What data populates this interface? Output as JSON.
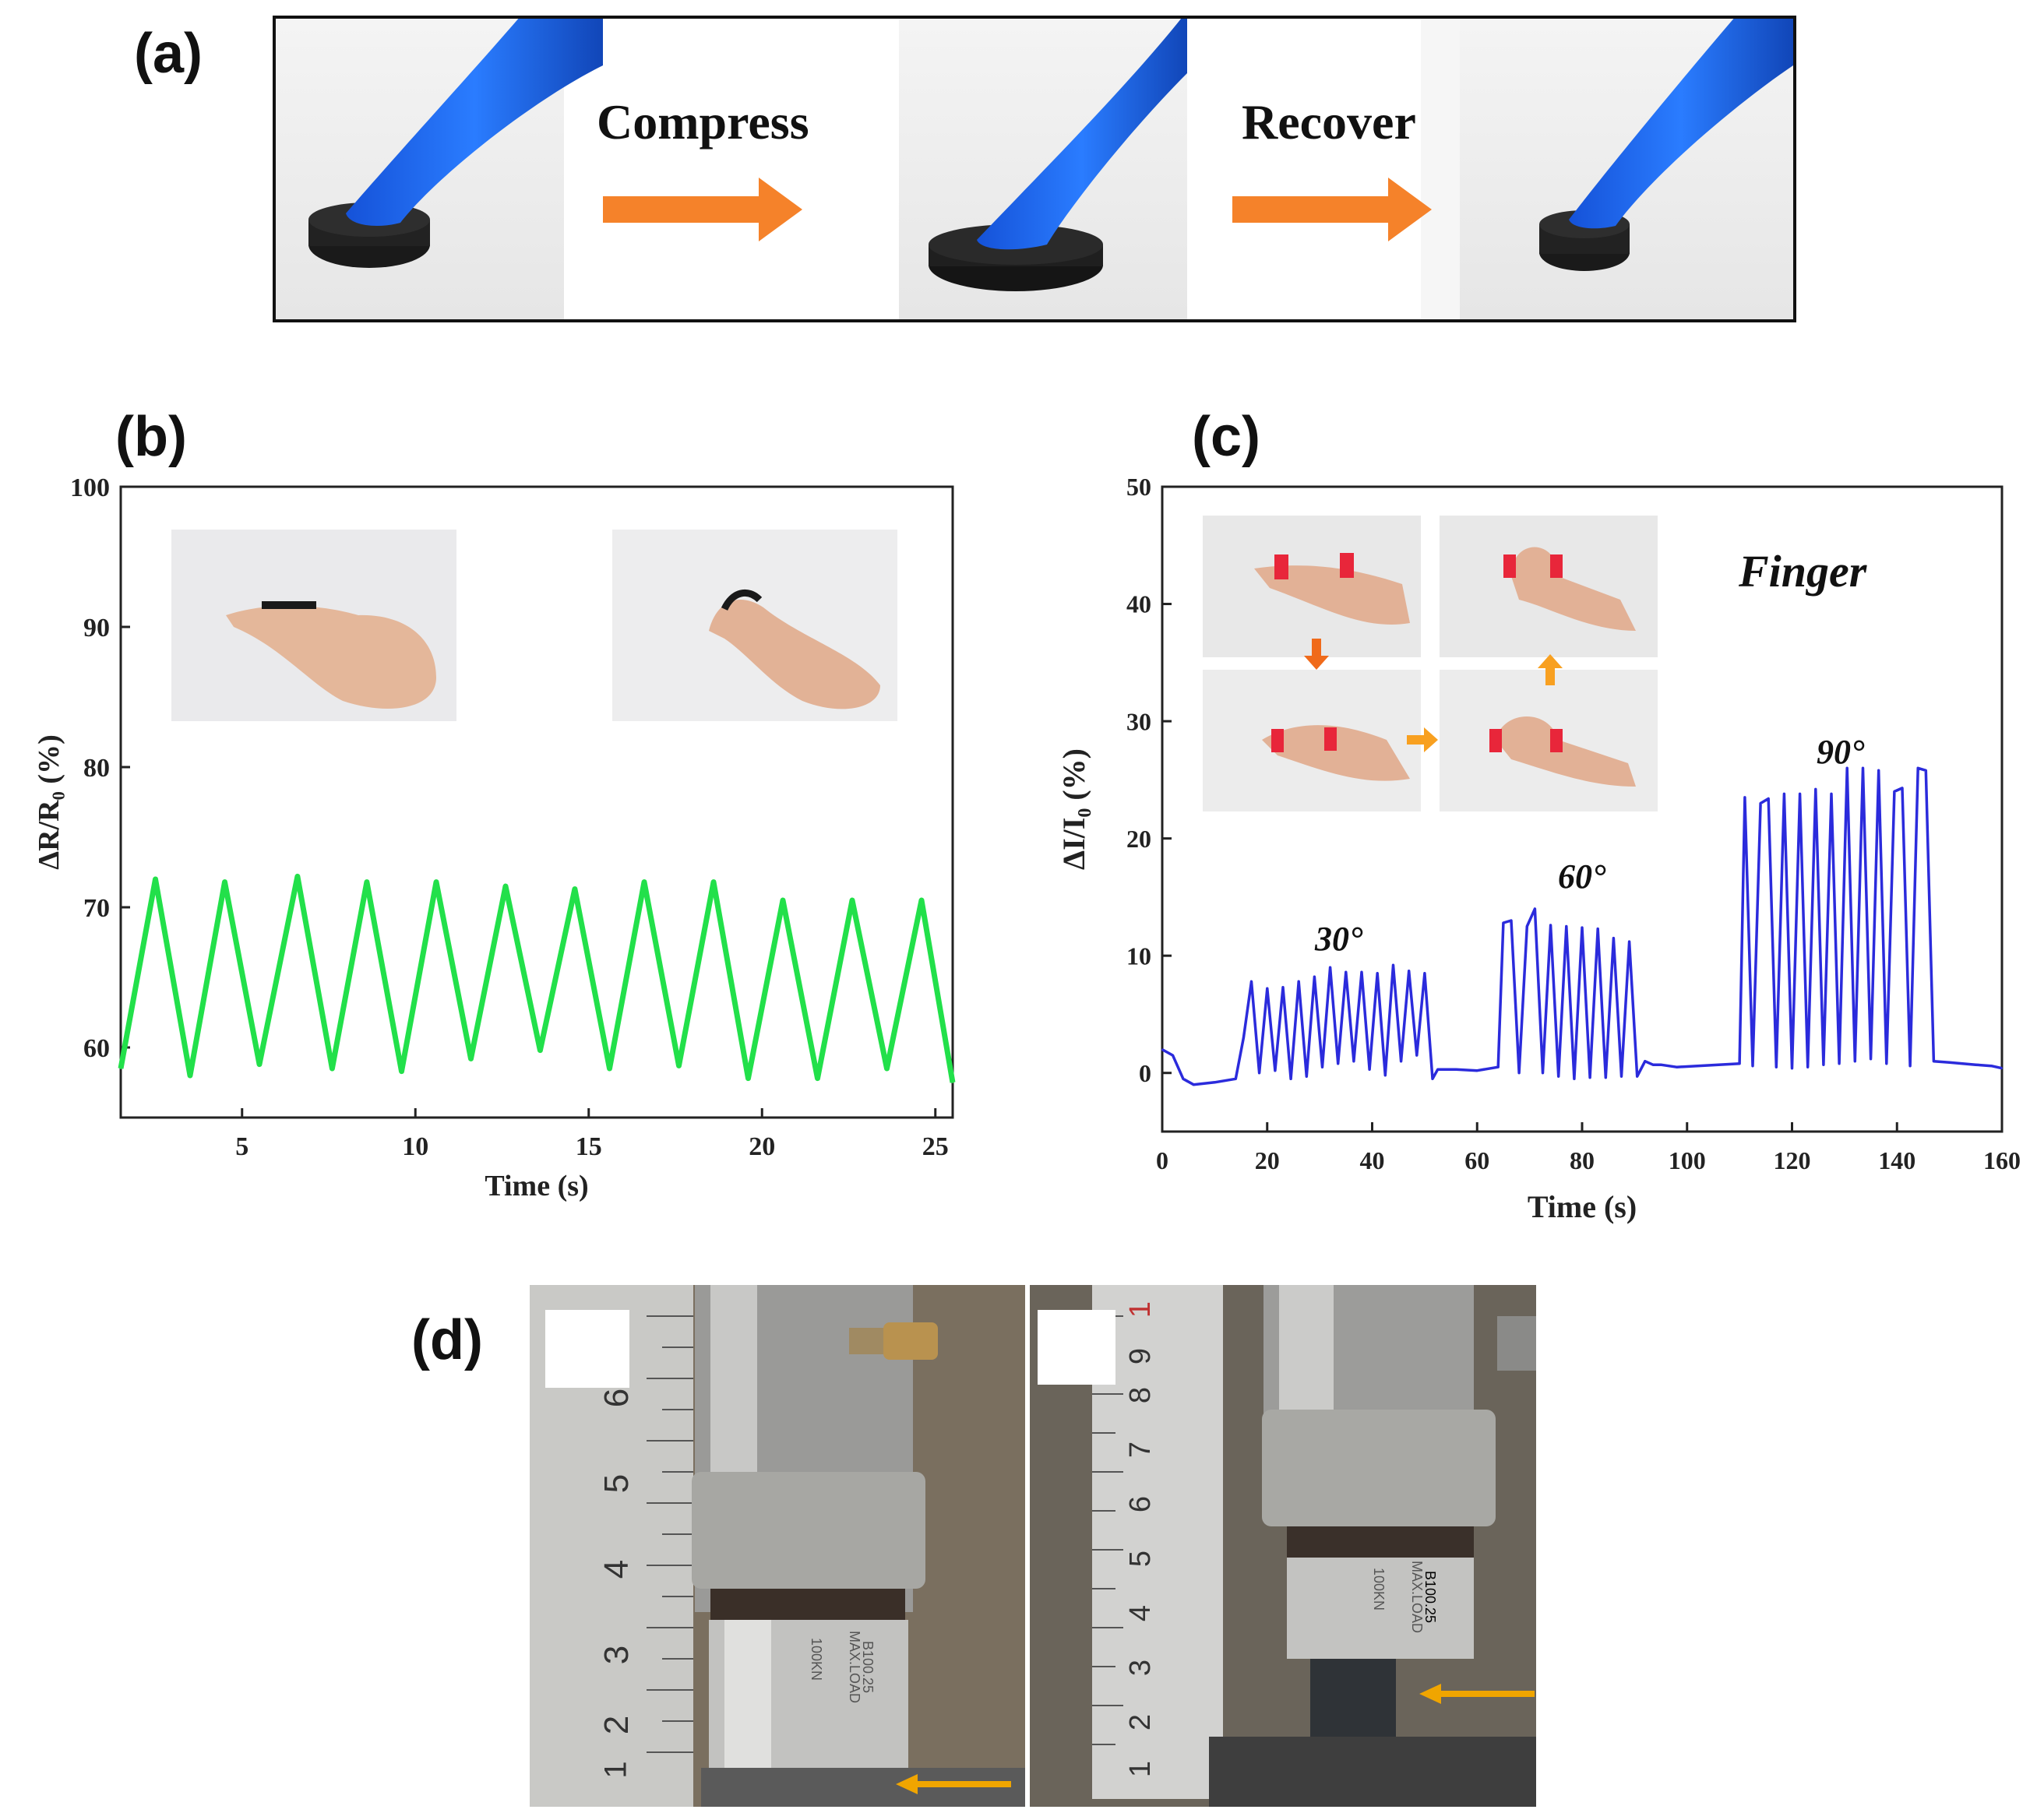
{
  "panel_a": {
    "label": "(a)",
    "step_compress": "Compress",
    "step_recover": "Recover",
    "arrow_color": "#f5822a",
    "glove_color": "#1f6bf0",
    "sensor_color": "#1a1a1a"
  },
  "panel_b": {
    "label": "(b)"
  },
  "panel_c": {
    "label": "(c)",
    "annotation": "Finger",
    "angle_labels": [
      "30°",
      "60°",
      "90°"
    ]
  },
  "panel_d": {
    "label": "(d)",
    "ruler_left_digits": [
      "6",
      "5",
      "4",
      "3",
      "2",
      "1"
    ],
    "ruler_right_digits": [
      "1",
      "9",
      "8",
      "7",
      "6",
      "5",
      "4",
      "3",
      "2",
      "1"
    ],
    "load_cell_text_left": [
      "100KN",
      "MAX.LOAD",
      "B100.25"
    ],
    "load_cell_text_right": [
      "100KN",
      "MAX.LOAD",
      "B100.25"
    ],
    "arrow_color": "#f0a500"
  },
  "chart_data": [
    {
      "type": "line",
      "panel": "(b)",
      "xlabel": "Time (s)",
      "ylabel": "ΔR/R₀ (%)",
      "xlim": [
        1.5,
        25.5
      ],
      "ylim": [
        55,
        100
      ],
      "xticks": [
        5,
        10,
        15,
        20,
        25
      ],
      "yticks": [
        60,
        70,
        80,
        90,
        100
      ],
      "series_color": "#22e04a",
      "x": [
        1.5,
        2.5,
        3.5,
        4.5,
        5.5,
        6.6,
        7.6,
        8.6,
        9.6,
        10.6,
        11.6,
        12.6,
        13.6,
        14.6,
        15.6,
        16.6,
        17.6,
        18.6,
        19.6,
        20.6,
        21.6,
        22.6,
        23.6,
        24.6,
        25.5
      ],
      "y": [
        58.5,
        72,
        58,
        71.8,
        58.8,
        72.2,
        58.5,
        71.8,
        58.3,
        71.8,
        59.2,
        71.5,
        59.8,
        71.3,
        58.5,
        71.8,
        58.7,
        71.8,
        57.8,
        70.5,
        57.8,
        70.5,
        58.5,
        70.5,
        57.5
      ]
    },
    {
      "type": "line",
      "panel": "(c)",
      "xlabel": "Time (s)",
      "ylabel": "ΔI/I₀ (%)",
      "xlim": [
        0,
        160
      ],
      "ylim": [
        -5,
        50
      ],
      "xticks": [
        0,
        20,
        40,
        60,
        80,
        100,
        120,
        140,
        160
      ],
      "yticks": [
        0,
        10,
        20,
        30,
        40,
        50
      ],
      "series_color": "#2b2bdc",
      "x": [
        0,
        2,
        4,
        6,
        10,
        14,
        15.5,
        17,
        18.5,
        20,
        21.5,
        23,
        24.5,
        26,
        27.5,
        29,
        30.5,
        32,
        33.5,
        35,
        36.5,
        38,
        39.5,
        41,
        42.5,
        44,
        45.5,
        47,
        48.5,
        50,
        51.5,
        52.5,
        56,
        60,
        64,
        65,
        66.5,
        68,
        69.5,
        71,
        72.5,
        74,
        75.5,
        77,
        78.5,
        80,
        81.5,
        83,
        84.5,
        86,
        87.5,
        89,
        90.5,
        92,
        93.5,
        95,
        96.5,
        98,
        102,
        106,
        110,
        111,
        112.5,
        114,
        115.5,
        117,
        118.5,
        120,
        121.5,
        123,
        124.5,
        126,
        127.5,
        129,
        130.5,
        132,
        133.5,
        135,
        136.5,
        138,
        139.5,
        141,
        142.5,
        144,
        145.5,
        147,
        150,
        155,
        158,
        160
      ],
      "y": [
        2,
        1.5,
        -0.5,
        -1,
        -0.8,
        -0.5,
        3,
        7.8,
        0,
        7.2,
        0.2,
        7.3,
        -0.5,
        7.8,
        -0.3,
        8.2,
        0.5,
        9,
        0.8,
        8.6,
        1,
        8.6,
        0.3,
        8.5,
        -0.2,
        9.2,
        1,
        8.7,
        1.5,
        8.5,
        -0.5,
        0.3,
        0.3,
        0.2,
        0.5,
        12.8,
        13,
        0,
        12.5,
        14,
        0,
        12.6,
        -0.3,
        12.5,
        -0.5,
        12.4,
        -0.4,
        12.3,
        -0.4,
        11.5,
        -0.3,
        11.2,
        -0.3,
        1,
        0.7,
        0.7,
        0.6,
        0.5,
        0.6,
        0.7,
        0.8,
        23.5,
        0.6,
        23,
        23.4,
        0.5,
        23.8,
        0.4,
        23.8,
        0.5,
        24.2,
        0.7,
        23.8,
        0.8,
        26,
        1,
        26,
        1.2,
        25.8,
        0.8,
        24,
        24.3,
        0.6,
        26,
        25.8,
        1,
        0.9,
        0.7,
        0.6,
        0.4
      ]
    }
  ]
}
